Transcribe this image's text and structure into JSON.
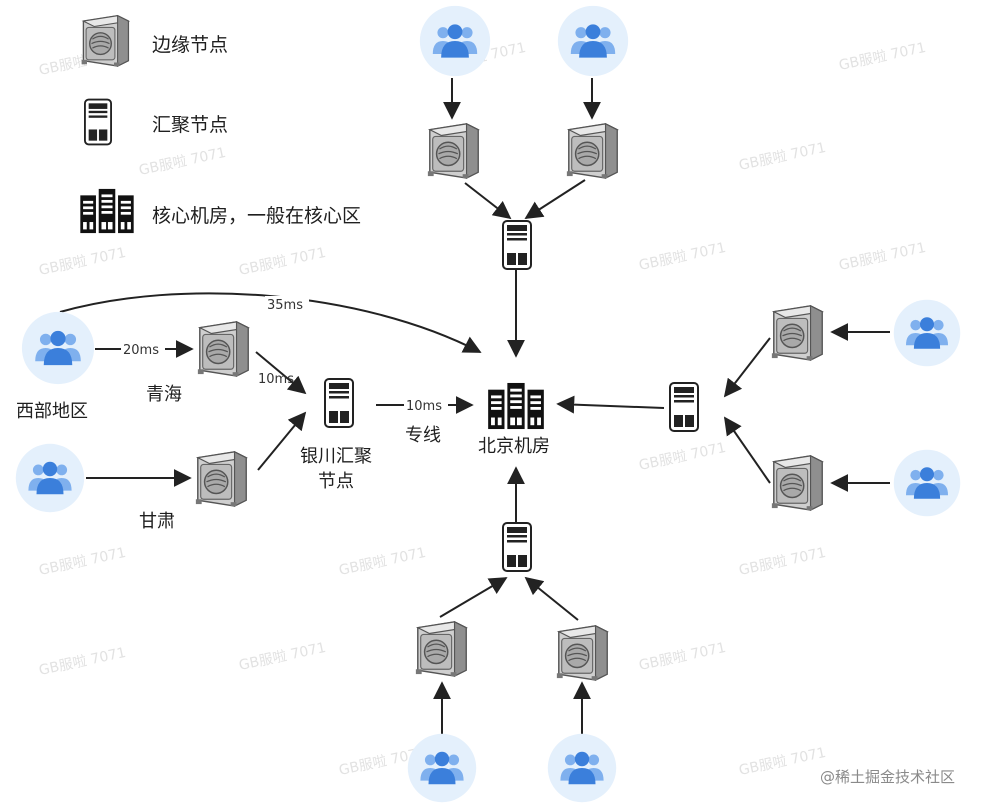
{
  "legend": {
    "edge": "边缘节点",
    "aggregation": "汇聚节点",
    "core": "核心机房，一般在核心区"
  },
  "labels": {
    "west_region": "西部地区",
    "qinghai": "青海",
    "gansu": "甘肃",
    "yinchuan_line1": "银川汇聚",
    "yinchuan_line2": "节点",
    "dedicated_line": "专线",
    "beijing": "北京机房"
  },
  "latencies": {
    "west_to_qinghai": "20ms",
    "qinghai_to_yinchuan": "10ms",
    "yinchuan_to_beijing": "10ms",
    "west_to_beijing_direct": "35ms"
  },
  "watermark": "GB服啦 7071",
  "credit": "@稀土掘金技术社区",
  "colors": {
    "user_circle": "#e4f0fc",
    "user_icon": "#3b7fdb",
    "edge_device": "#9a9a9a",
    "aggregation_device": "#222222",
    "core_building": "#111111",
    "arrow": "#222222"
  }
}
